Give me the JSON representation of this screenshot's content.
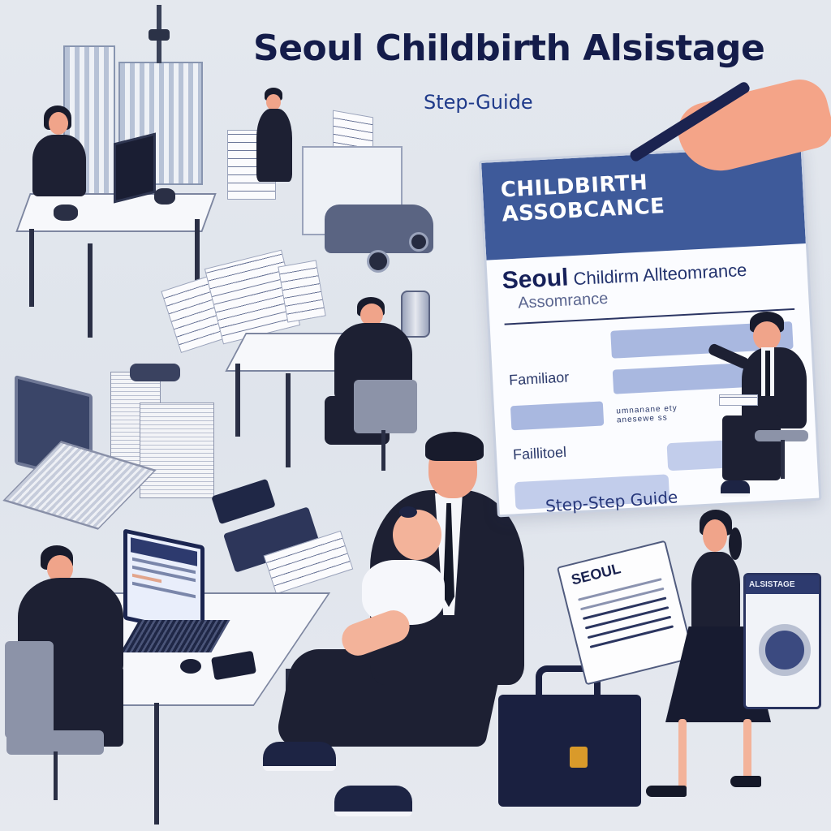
{
  "header": {
    "title": "Seoul Childbirth Alsistage",
    "subtitle": "Step-Guide"
  },
  "form_card": {
    "header_line1": "CHILDBIRTH",
    "header_line2": "ASSOBCANCE",
    "heading_bold": "Seoul",
    "heading_rest": "Childirm Allteomrance",
    "heading_line2": "Assomrance",
    "field1_label": "Familiaor",
    "field2_label": "Faillitoel",
    "small_text_line1": "umnanane ety",
    "small_text_line2": "anesewe ss"
  },
  "step_guide_label": "Step-Step Guide",
  "document": {
    "title": "SEOUL"
  },
  "washer_label": "ALSISTAGE",
  "colors": {
    "title": "#141c4a",
    "accent_blue": "#3e5a9a",
    "field_blue": "#a9b8e0",
    "background": "#e2e6ed",
    "briefcase_clasp": "#d99a2a"
  }
}
